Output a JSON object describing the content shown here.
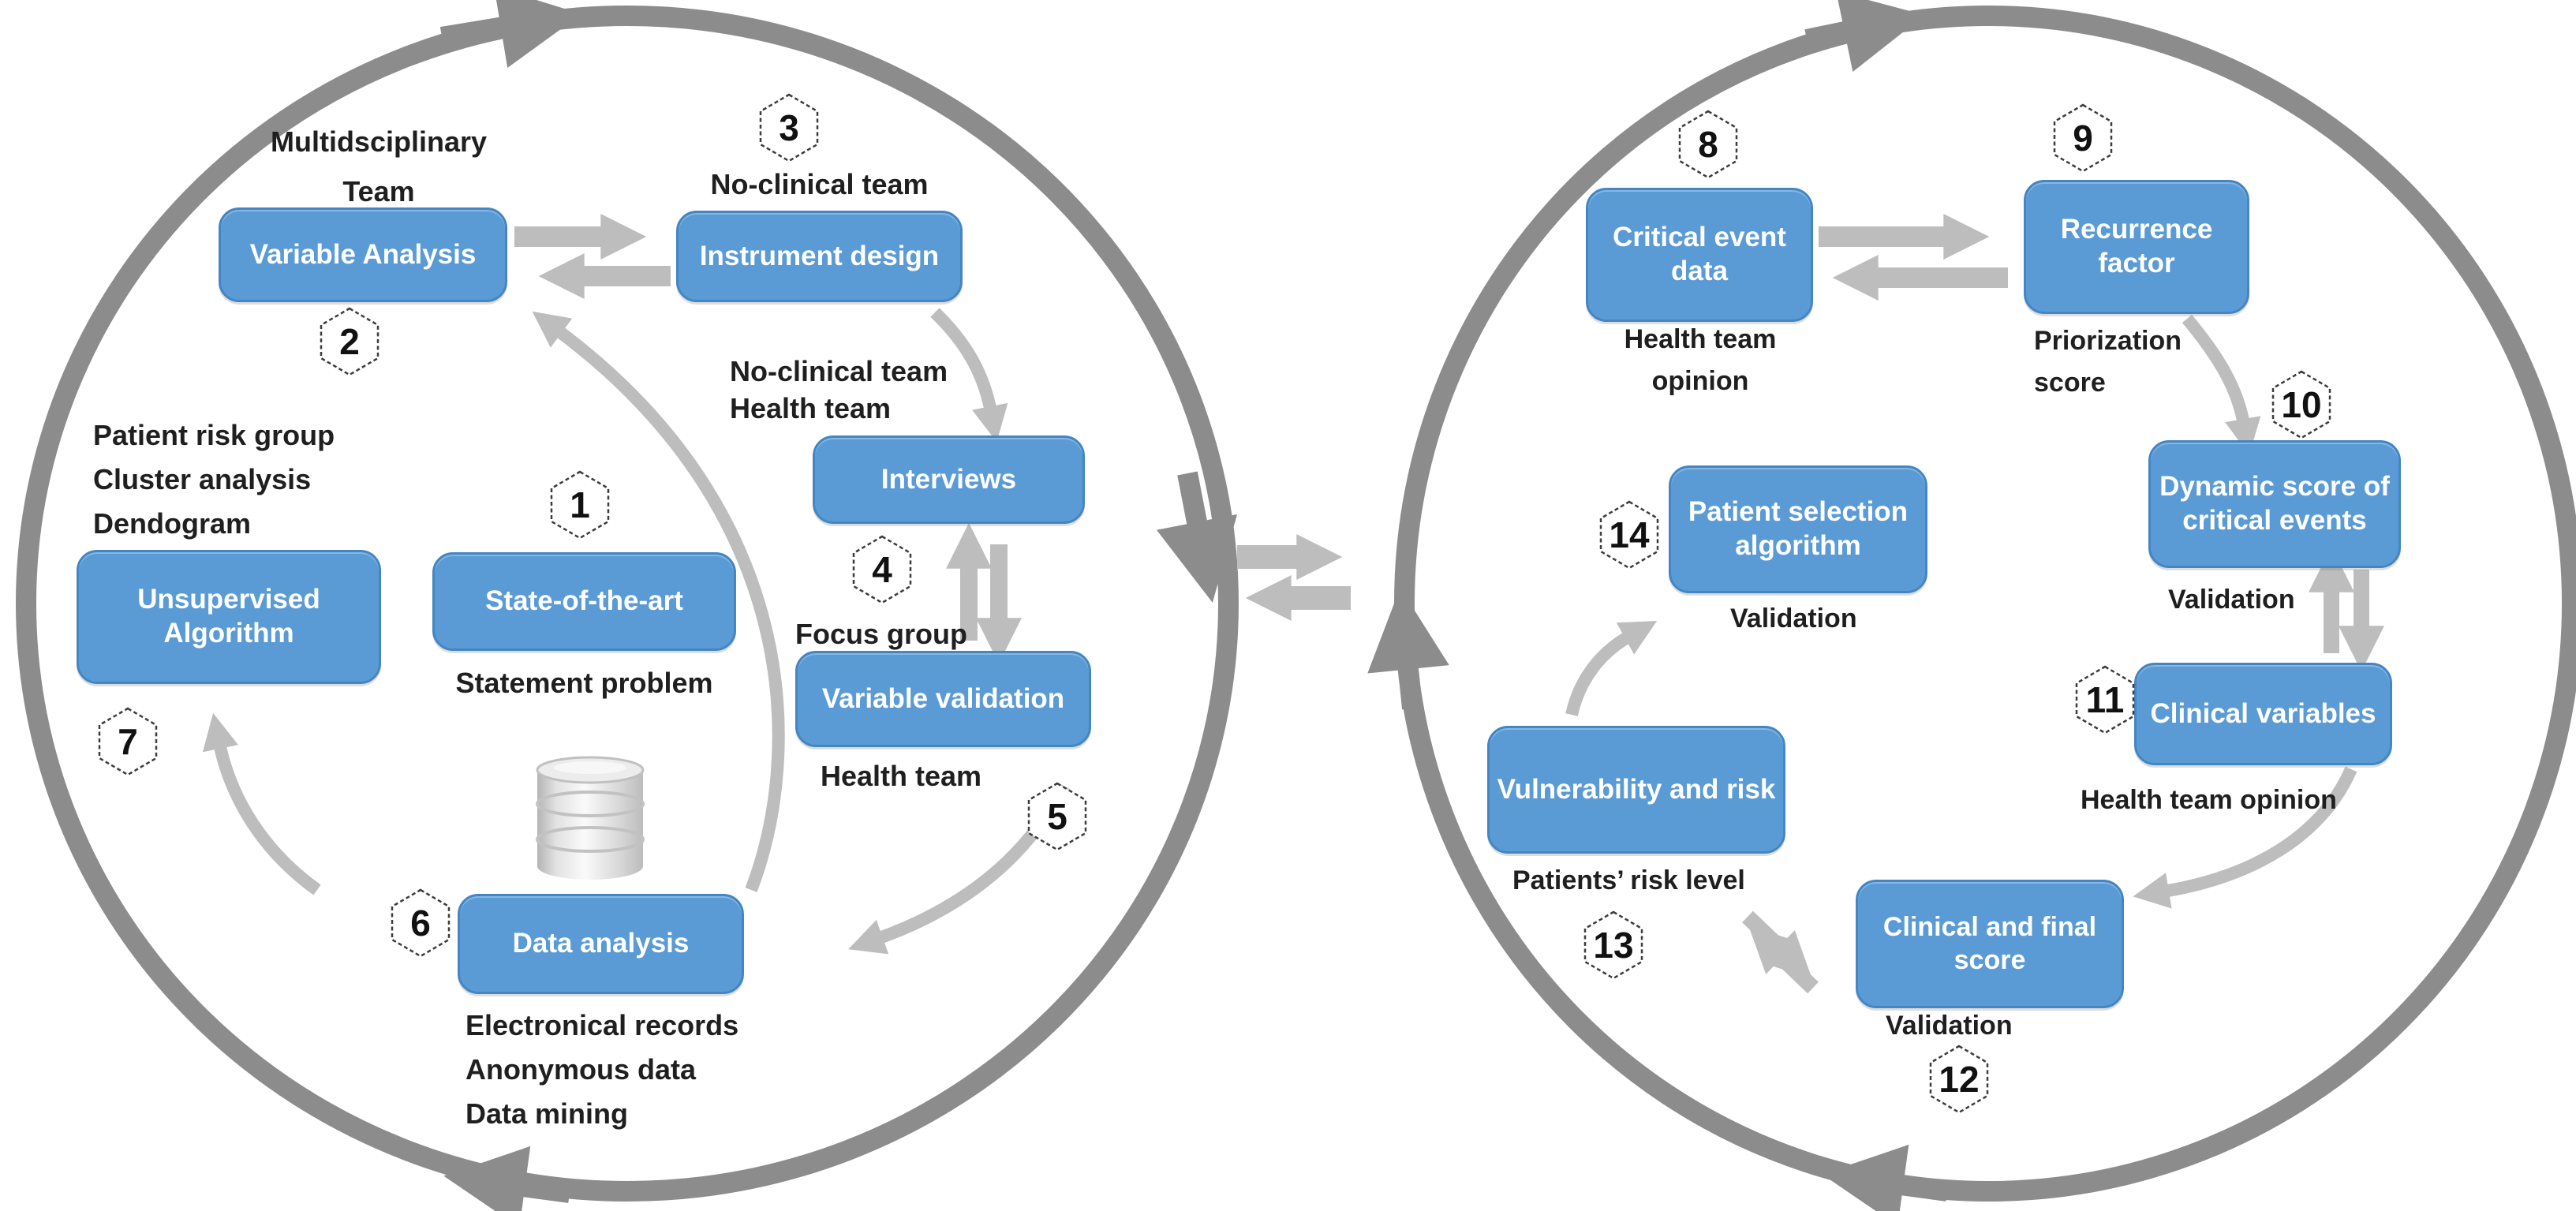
{
  "figure": {
    "type": "dual-cycle-flow-diagram",
    "colors": {
      "box_fill": "#5b9bd5",
      "box_border": "#4386c3",
      "box_text": "#ffffff",
      "ring_gray": "#8c8c8c",
      "arrow_light_gray": "#bdbdbd",
      "label_text": "#1f1f1f",
      "hexagon_border": "#3c3c3c"
    },
    "icons": {
      "database": "database-cylinder-icon"
    },
    "left_cycle": {
      "nodes": [
        {
          "num": "1",
          "box": "State-of-the-art",
          "label": "Statement problem"
        },
        {
          "num": "2",
          "box": "Variable Analysis",
          "label": "Multidsciplinary\nTeam"
        },
        {
          "num": "3",
          "box": "Instrument design",
          "label": "No-clinical team"
        },
        {
          "num": "4",
          "box": "Interviews",
          "label": "No-clinical team\nHealth team",
          "label2": "Focus group"
        },
        {
          "num": "5",
          "box": "Variable validation",
          "label": "Health team"
        },
        {
          "num": "6",
          "box": "Data analysis",
          "label": "Electronical records\nAnonymous data\nData mining"
        },
        {
          "num": "7",
          "box": "Unsupervised Algorithm",
          "label": "Patient risk group\nCluster analysis\nDendogram"
        }
      ]
    },
    "right_cycle": {
      "nodes": [
        {
          "num": "8",
          "box": "Critical event data",
          "label": "Health team opinion"
        },
        {
          "num": "9",
          "box": "Recurrence factor",
          "label": "Priorization\nscore"
        },
        {
          "num": "10",
          "box": "Dynamic score of critical events",
          "label": "Validation"
        },
        {
          "num": "11",
          "box": "Clinical variables",
          "label": "Health team opinion"
        },
        {
          "num": "12",
          "box": "Clinical and final score",
          "label": "Validation"
        },
        {
          "num": "13",
          "box": "Vulnerability and risk",
          "label": "Patients’ risk level"
        },
        {
          "num": "14",
          "box": "Patient selection algorithm",
          "label": "Validation"
        }
      ]
    }
  }
}
